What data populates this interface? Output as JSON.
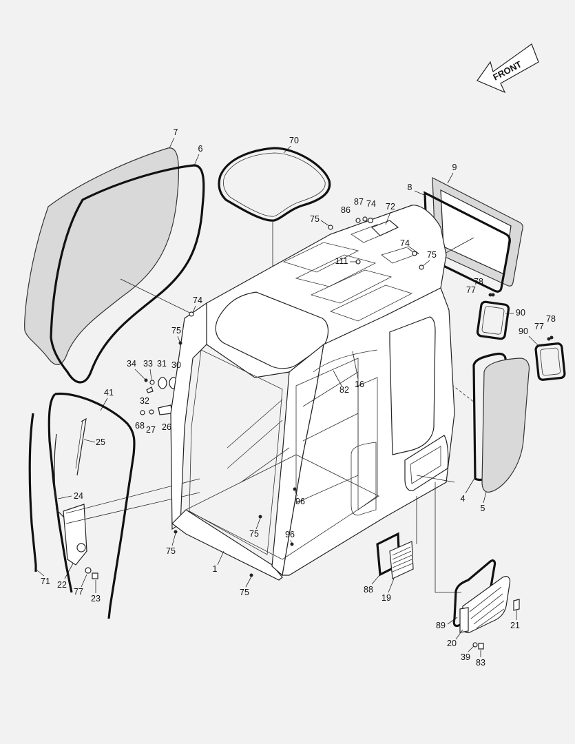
{
  "front_arrow": {
    "text": "FRONT"
  },
  "labels": [
    "7",
    "6",
    "70",
    "9",
    "8",
    "86",
    "87",
    "74",
    "72",
    "75",
    "111",
    "74",
    "75",
    "78",
    "77",
    "90",
    "90",
    "77",
    "78",
    "74",
    "75",
    "34",
    "33",
    "31",
    "30",
    "32",
    "68",
    "27",
    "26",
    "41",
    "25",
    "24",
    "71",
    "22",
    "77",
    "23",
    "16",
    "82",
    "96",
    "75",
    "96",
    "75",
    "1",
    "75",
    "4",
    "5",
    "88",
    "19",
    "89",
    "20",
    "21",
    "39",
    "83"
  ]
}
